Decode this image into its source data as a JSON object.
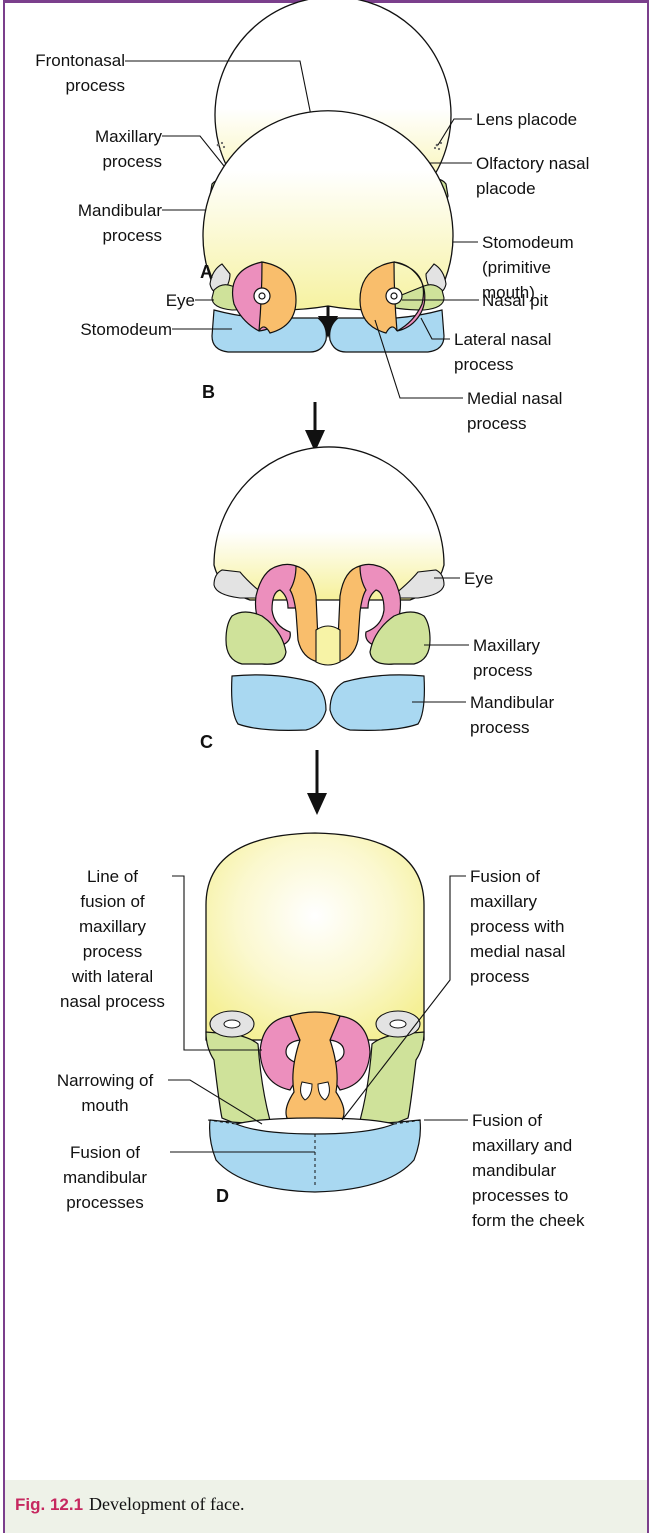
{
  "panels": {
    "a": {
      "letter": "A",
      "frontonasal": "Frontonasal\nprocess",
      "maxillary": "Maxillary\nprocess",
      "mandibular": "Mandibular\nprocess",
      "lens": "Lens placode",
      "olfactory": "Olfactory nasal\nplacode",
      "stomodeum": "Stomodeum\n(primitive\nmouth)"
    },
    "b": {
      "letter": "B",
      "eye": "Eye",
      "stomodeum": "Stomodeum",
      "nasal_pit": "Nasal pit",
      "lateral_nasal": "Lateral nasal\nprocess",
      "medial_nasal": "Medial nasal\nprocess"
    },
    "c": {
      "letter": "C",
      "eye": "Eye",
      "maxillary": "Maxillary\nprocess",
      "mandibular": "Mandibular\nprocess"
    },
    "d": {
      "letter": "D",
      "line_of_fusion": "Line of\nfusion of\nmaxillary\nprocess\nwith lateral\nnasal process",
      "fusion_max_medial": "Fusion of\nmaxillary\nprocess with\nmedial nasal\nprocess",
      "narrowing": "Narrowing of\nmouth",
      "fusion_mandibular": "Fusion of\nmandibular\nprocesses",
      "fusion_cheek": "Fusion of\nmaxillary and\nmandibular\nprocesses to\nform the cheek"
    }
  },
  "caption": {
    "label": "Fig. 12.1",
    "text": "Development of face."
  },
  "colors": {
    "frame": "#7b3f8c",
    "yellow": "#f7f3a6",
    "green": "#cfe29a",
    "blue": "#a9d8f1",
    "pink": "#ec8fbd",
    "orange": "#f9be6c",
    "grey": "#e3e3e3",
    "caption_label": "#c6285f",
    "caption_bg": "#eef2e8"
  }
}
